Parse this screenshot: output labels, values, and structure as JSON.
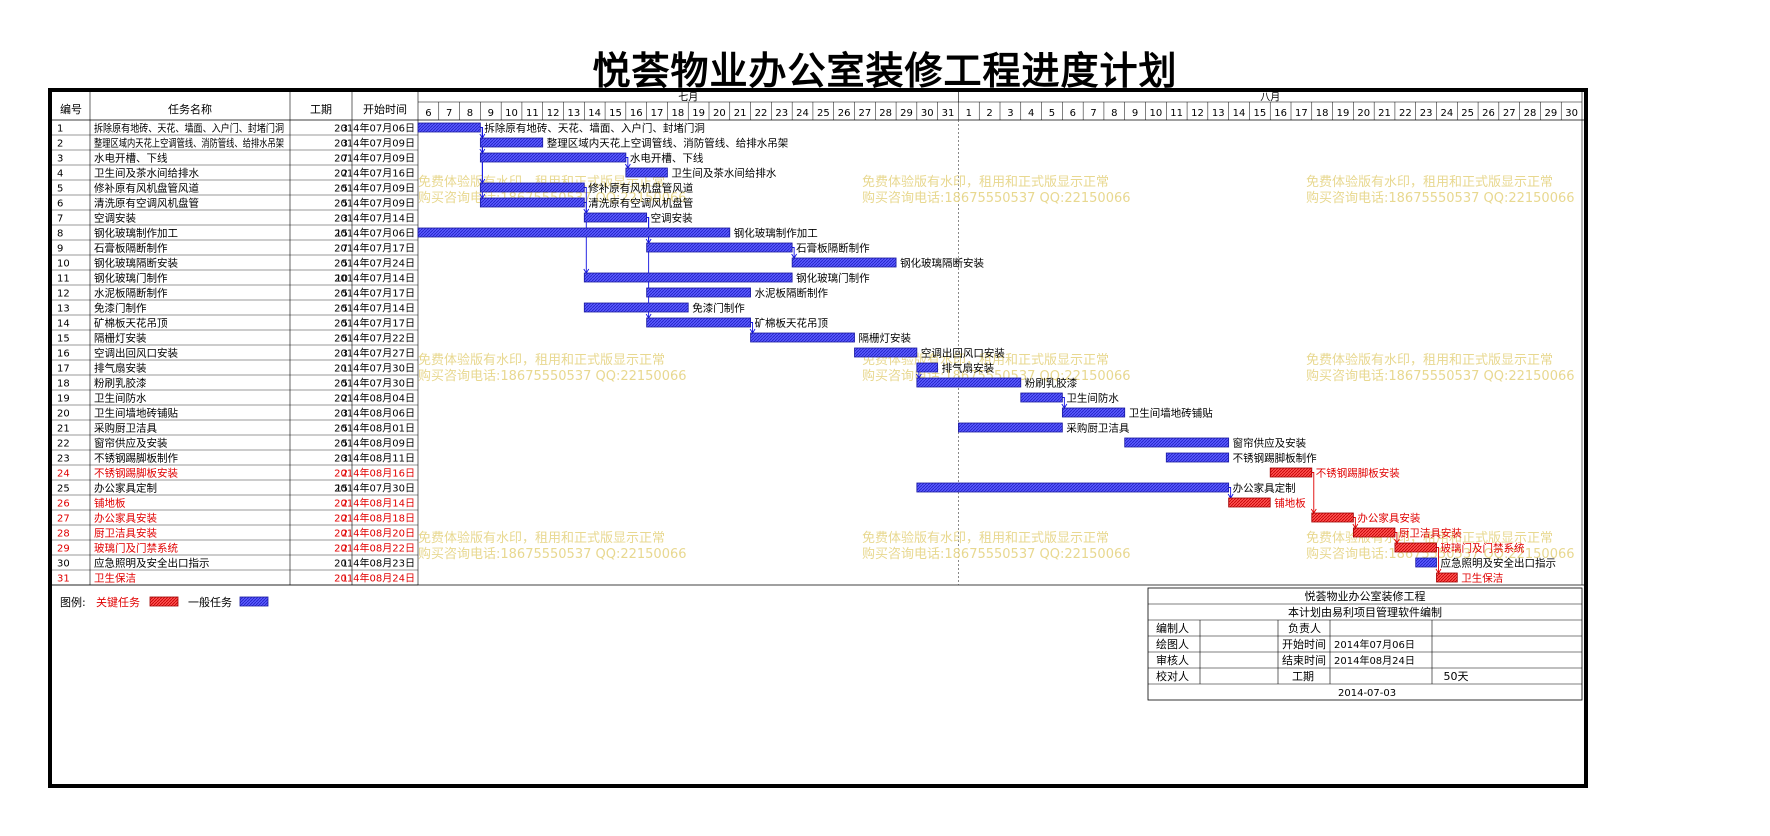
{
  "page": {
    "title": "悦荟物业办公室装修工程进度计划"
  },
  "headers": {
    "id": "编号",
    "name": "任务名称",
    "duration": "工期",
    "start": "开始时间"
  },
  "months": [
    {
      "label": "七月",
      "days": [
        "6",
        "7",
        "8",
        "9",
        "10",
        "11",
        "12",
        "13",
        "14",
        "15",
        "16",
        "17",
        "18",
        "19",
        "20",
        "21",
        "22",
        "23",
        "24",
        "25",
        "26",
        "27",
        "28",
        "29",
        "30",
        "31"
      ]
    },
    {
      "label": "八月",
      "days": [
        "1",
        "2",
        "3",
        "4",
        "5",
        "6",
        "7",
        "8",
        "9",
        "10",
        "11",
        "12",
        "13",
        "14",
        "15",
        "16",
        "17",
        "18",
        "19",
        "20",
        "21",
        "22",
        "23",
        "24",
        "25",
        "26",
        "27",
        "28",
        "29",
        "30"
      ]
    }
  ],
  "chart_data": {
    "type": "gantt",
    "title": "悦荟物业办公室装修工程进度计划",
    "x_range": [
      "2014-07-06",
      "2014-08-30"
    ],
    "tasks": [
      {
        "id": "1",
        "name": "拆除原有地砖、天花、墙面、入户门、封堵门洞",
        "duration": "3",
        "start": "2014年07月06日",
        "start_date": "2014-07-06",
        "days": 3,
        "critical": false,
        "bar_label": "拆除原有地砖、天花、墙面、入户门、封堵门洞"
      },
      {
        "id": "2",
        "name": "整理区域内天花上空调管线、消防管线、给排水吊架",
        "duration": "3",
        "start": "2014年07月09日",
        "start_date": "2014-07-09",
        "days": 3,
        "critical": false,
        "bar_label": "整理区域内天花上空调管线、消防管线、给排水吊架"
      },
      {
        "id": "3",
        "name": "水电开槽、下线",
        "duration": "7",
        "start": "2014年07月09日",
        "start_date": "2014-07-09",
        "days": 7,
        "critical": false,
        "bar_label": "水电开槽、下线"
      },
      {
        "id": "4",
        "name": "卫生间及茶水间给排水",
        "duration": "2",
        "start": "2014年07月16日",
        "start_date": "2014-07-16",
        "days": 2,
        "critical": false,
        "bar_label": "卫生间及茶水间给排水"
      },
      {
        "id": "5",
        "name": "修补原有风机盘管风道",
        "duration": "5",
        "start": "2014年07月09日",
        "start_date": "2014-07-09",
        "days": 5,
        "critical": false,
        "bar_label": "修补原有风机盘管风道"
      },
      {
        "id": "6",
        "name": "清洗原有空调风机盘管",
        "duration": "5",
        "start": "2014年07月09日",
        "start_date": "2014-07-09",
        "days": 5,
        "critical": false,
        "bar_label": "清洗原有空调风机盘管"
      },
      {
        "id": "7",
        "name": "空调安装",
        "duration": "3",
        "start": "2014年07月14日",
        "start_date": "2014-07-14",
        "days": 3,
        "critical": false,
        "bar_label": "空调安装"
      },
      {
        "id": "8",
        "name": "钢化玻璃制作加工",
        "duration": "15",
        "start": "2014年07月06日",
        "start_date": "2014-07-06",
        "days": 15,
        "critical": false,
        "bar_label": "钢化玻璃制作加工"
      },
      {
        "id": "9",
        "name": "石膏板隔断制作",
        "duration": "7",
        "start": "2014年07月17日",
        "start_date": "2014-07-17",
        "days": 7,
        "critical": false,
        "bar_label": "石膏板隔断制作"
      },
      {
        "id": "10",
        "name": "钢化玻璃隔断安装",
        "duration": "5",
        "start": "2014年07月24日",
        "start_date": "2014-07-24",
        "days": 5,
        "critical": false,
        "bar_label": "钢化玻璃隔断安装"
      },
      {
        "id": "11",
        "name": "钢化玻璃门制作",
        "duration": "10",
        "start": "2014年07月14日",
        "start_date": "2014-07-14",
        "days": 10,
        "critical": false,
        "bar_label": "钢化玻璃门制作"
      },
      {
        "id": "12",
        "name": "水泥板隔断制作",
        "duration": "5",
        "start": "2014年07月17日",
        "start_date": "2014-07-17",
        "days": 5,
        "critical": false,
        "bar_label": "水泥板隔断制作"
      },
      {
        "id": "13",
        "name": "免漆门制作",
        "duration": "5",
        "start": "2014年07月14日",
        "start_date": "2014-07-14",
        "days": 5,
        "critical": false,
        "bar_label": "免漆门制作"
      },
      {
        "id": "14",
        "name": "矿棉板天花吊顶",
        "duration": "5",
        "start": "2014年07月17日",
        "start_date": "2014-07-17",
        "days": 5,
        "critical": false,
        "bar_label": "矿棉板天花吊顶"
      },
      {
        "id": "15",
        "name": "隔栅灯安装",
        "duration": "5",
        "start": "2014年07月22日",
        "start_date": "2014-07-22",
        "days": 5,
        "critical": false,
        "bar_label": "隔栅灯安装"
      },
      {
        "id": "16",
        "name": "空调出回风口安装",
        "duration": "3",
        "start": "2014年07月27日",
        "start_date": "2014-07-27",
        "days": 3,
        "critical": false,
        "bar_label": "空调出回风口安装"
      },
      {
        "id": "17",
        "name": "排气扇安装",
        "duration": "1",
        "start": "2014年07月30日",
        "start_date": "2014-07-30",
        "days": 1,
        "critical": false,
        "bar_label": "排气扇安装"
      },
      {
        "id": "18",
        "name": "粉刷乳胶漆",
        "duration": "5",
        "start": "2014年07月30日",
        "start_date": "2014-07-30",
        "days": 5,
        "critical": false,
        "bar_label": "粉刷乳胶漆"
      },
      {
        "id": "19",
        "name": "卫生间防水",
        "duration": "2",
        "start": "2014年08月04日",
        "start_date": "2014-08-04",
        "days": 2,
        "critical": false,
        "bar_label": "卫生间防水"
      },
      {
        "id": "20",
        "name": "卫生间墙地砖铺贴",
        "duration": "3",
        "start": "2014年08月06日",
        "start_date": "2014-08-06",
        "days": 3,
        "critical": false,
        "bar_label": "卫生间墙地砖铺贴"
      },
      {
        "id": "21",
        "name": "采购厨卫洁具",
        "duration": "5",
        "start": "2014年08月01日",
        "start_date": "2014-08-01",
        "days": 5,
        "critical": false,
        "bar_label": "采购厨卫洁具"
      },
      {
        "id": "22",
        "name": "窗帘供应及安装",
        "duration": "5",
        "start": "2014年08月09日",
        "start_date": "2014-08-09",
        "days": 5,
        "critical": false,
        "bar_label": "窗帘供应及安装"
      },
      {
        "id": "23",
        "name": "不锈钢踢脚板制作",
        "duration": "3",
        "start": "2014年08月11日",
        "start_date": "2014-08-11",
        "days": 3,
        "critical": false,
        "bar_label": "不锈钢踢脚板制作"
      },
      {
        "id": "24",
        "name": "不锈钢踢脚板安装",
        "duration": "2",
        "start": "2014年08月16日",
        "start_date": "2014-08-16",
        "days": 2,
        "critical": true,
        "bar_label": "不锈钢踢脚板安装"
      },
      {
        "id": "25",
        "name": "办公家具定制",
        "duration": "15",
        "start": "2014年07月30日",
        "start_date": "2014-07-30",
        "days": 15,
        "critical": false,
        "bar_label": "办公家具定制"
      },
      {
        "id": "26",
        "name": "铺地板",
        "duration": "2",
        "start": "2014年08月14日",
        "start_date": "2014-08-14",
        "days": 2,
        "critical": true,
        "bar_label": "铺地板"
      },
      {
        "id": "27",
        "name": "办公家具安装",
        "duration": "2",
        "start": "2014年08月18日",
        "start_date": "2014-08-18",
        "days": 2,
        "critical": true,
        "bar_label": "办公家具安装"
      },
      {
        "id": "28",
        "name": "厨卫洁具安装",
        "duration": "2",
        "start": "2014年08月20日",
        "start_date": "2014-08-20",
        "days": 2,
        "critical": true,
        "bar_label": "厨卫洁具安装"
      },
      {
        "id": "29",
        "name": "玻璃门及门禁系统",
        "duration": "2",
        "start": "2014年08月22日",
        "start_date": "2014-08-22",
        "days": 2,
        "critical": true,
        "bar_label": "玻璃门及门禁系统"
      },
      {
        "id": "30",
        "name": "应急照明及安全出口指示",
        "duration": "1",
        "start": "2014年08月23日",
        "start_date": "2014-08-23",
        "days": 1,
        "critical": false,
        "bar_label": "应急照明及安全出口指示"
      },
      {
        "id": "31",
        "name": "卫生保洁",
        "duration": "1",
        "start": "2014年08月24日",
        "start_date": "2014-08-24",
        "days": 1,
        "critical": true,
        "bar_label": "卫生保洁"
      }
    ],
    "links": [
      [
        "1",
        "2"
      ],
      [
        "1",
        "3"
      ],
      [
        "1",
        "5"
      ],
      [
        "1",
        "6"
      ],
      [
        "3",
        "4"
      ],
      [
        "6",
        "7"
      ],
      [
        "5",
        "11"
      ],
      [
        "7",
        "9"
      ],
      [
        "7",
        "14"
      ],
      [
        "9",
        "10"
      ],
      [
        "14",
        "15"
      ],
      [
        "17",
        "18"
      ],
      [
        "19",
        "20"
      ],
      [
        "25",
        "26"
      ],
      [
        "24",
        "27"
      ],
      [
        "27",
        "28"
      ],
      [
        "28",
        "29"
      ],
      [
        "29",
        "31"
      ]
    ],
    "legend": {
      "label": "图例:",
      "critical": "关键任务",
      "normal": "一般任务"
    },
    "colors": {
      "critical": "#ff3333",
      "normal": "#4040ff",
      "critical_text": "#e00000",
      "watermark": "#e8d890",
      "link_normal": "#1010e0",
      "link_critical": "#e00000"
    }
  },
  "watermark": {
    "line1": "免费体验版有水印，租用和正式版显示正常",
    "line2": "购买咨询电话:18675550537 QQ:22150066"
  },
  "footer": {
    "project": "悦荟物业办公室装修工程",
    "software": "本计划由易利项目管理软件编制",
    "editor_label": "编制人",
    "responsible_label": "负责人",
    "drawer_label": "绘图人",
    "start_label": "开始时间",
    "start_value": "2014年07月06日",
    "reviewer_label": "审核人",
    "end_label": "结束时间",
    "end_value": "2014年08月24日",
    "checker_label": "校对人",
    "duration_label": "工期",
    "duration_value": "50天",
    "date": "2014-07-03"
  }
}
